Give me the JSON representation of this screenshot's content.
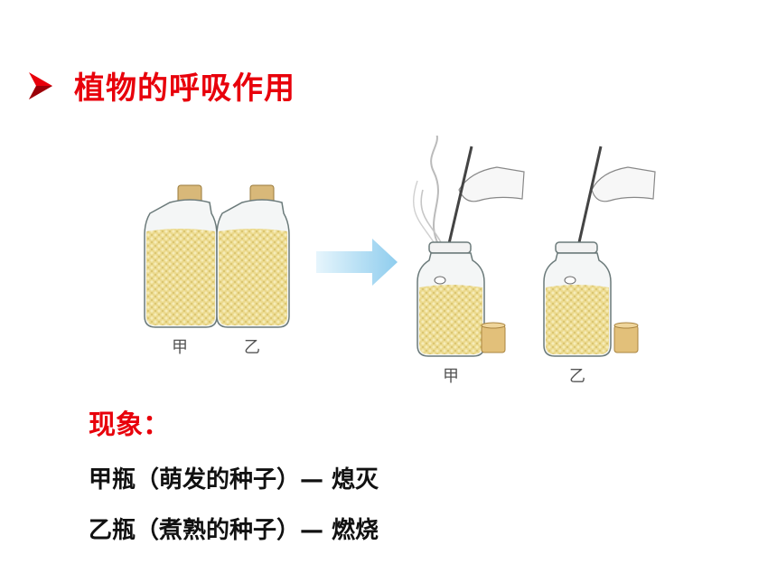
{
  "slide": {
    "title": "植物的呼吸作用",
    "title_color": "#e8000b",
    "bullet_icon": "arrow-bullet-icon"
  },
  "figure": {
    "before_labels": [
      "甲",
      "乙"
    ],
    "after_labels": [
      "甲",
      "乙"
    ],
    "seed_color": "#e7d487",
    "arrow_color": "#9cd4ef"
  },
  "phenomenon": {
    "heading": "现象：",
    "lines": [
      "甲瓶（萌发的种子）— 熄灭",
      "乙瓶（煮熟的种子）— 燃烧"
    ]
  }
}
